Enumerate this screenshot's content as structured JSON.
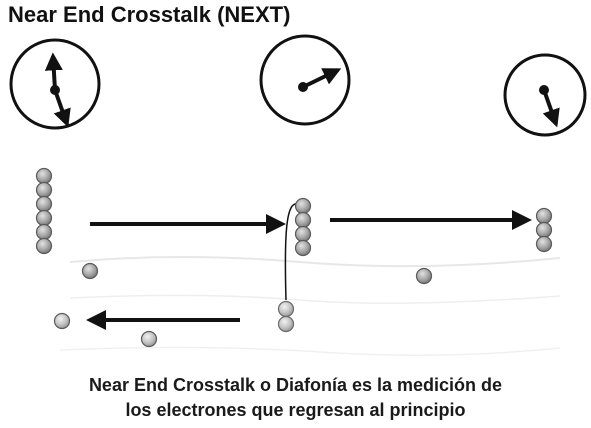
{
  "title": "Near End Crosstalk (NEXT)",
  "caption": {
    "line1": "Near End Crosstalk o Diafonía es la medición de",
    "line2": "los electrones que regresan al principio"
  },
  "icons": {
    "clock": "clock-icon",
    "electron": "electron-icon",
    "arrow": "arrow-icon"
  },
  "colors": {
    "ink": "#111111",
    "electron_fill": "#9c9c9c",
    "electron_stroke": "#5a5a5a",
    "background": "#ffffff"
  }
}
